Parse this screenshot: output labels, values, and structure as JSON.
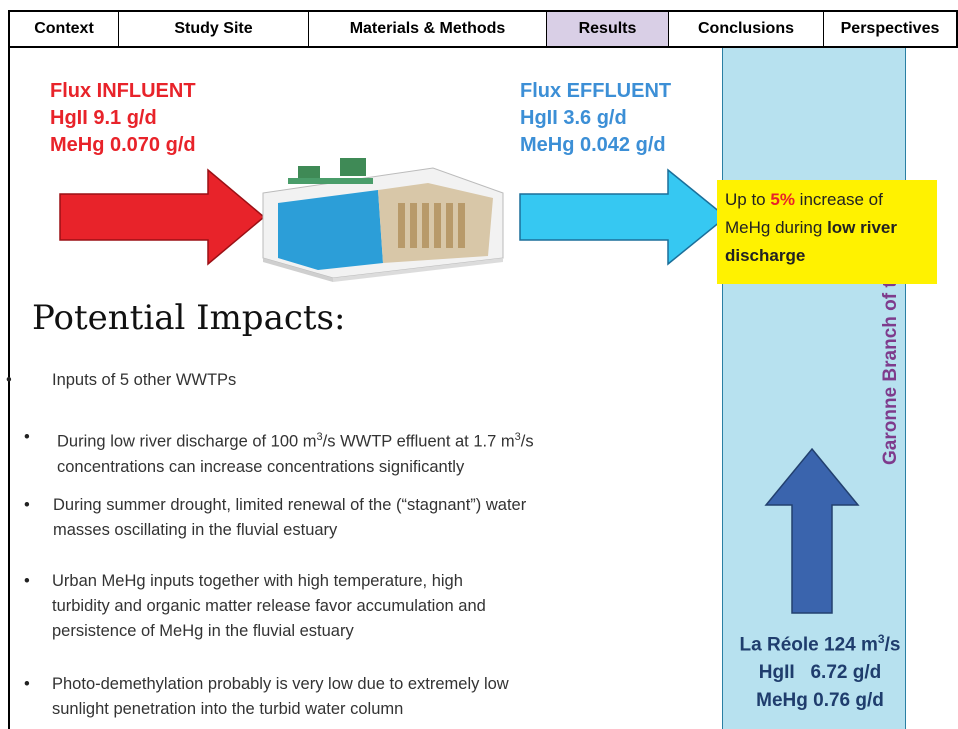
{
  "nav": {
    "tabs": [
      {
        "label": "Context"
      },
      {
        "label": "Study Site"
      },
      {
        "label": "Materials & Methods"
      },
      {
        "label": "Results",
        "active": true
      },
      {
        "label": "Conclusions"
      },
      {
        "label": "Perspectives"
      }
    ]
  },
  "influent": {
    "title": "Flux INFLUENT",
    "hg": "HgII 9.1 g/d",
    "mehg": "MeHg 0.070 g/d"
  },
  "effluent": {
    "title": "Flux EFFLUENT",
    "hg": "HgII 3.6 g/d",
    "mehg": "MeHg 0.042 g/d"
  },
  "callout": {
    "prefix": "Up to ",
    "value": "5%",
    "middle": " increase of MeHg during ",
    "emphasis": "low river discharge"
  },
  "estuary_label": "Garonne Branch of the Estuary",
  "la_reole": {
    "line1": "La Réole 124 m",
    "unit_exp": "3",
    "line1_suffix": "/s",
    "hg": "HgII   6.72 g/d",
    "mehg": "MeHg 0.76 g/d"
  },
  "heading": "Potential Impacts:",
  "bullets": {
    "b1": "Inputs of 5 other WWTPs",
    "b2_a": "During low river discharge of 100 m",
    "b2_b": "/s  WWTP effluent at 1.7 m",
    "b2_c": "/s",
    "b2_line2": "concentrations can increase concentrations significantly",
    "b3_line1": "During summer drought, limited renewal of the (“stagnant”) water",
    "b3_line2": "masses oscillating in the fluvial estuary",
    "b4_line1": "Urban MeHg inputs together with high temperature, high",
    "b4_line2": "turbidity and organic matter release favor accumulation and",
    "b4_line3": "persistence of MeHg in the fluvial estuary",
    "b5_line1": "Photo-demethylation probably is very low due to extremely low",
    "b5_line2": "sunlight penetration into the turbid water column"
  },
  "exp3": "3",
  "bullet_glyph": "•",
  "colors": {
    "influent": "#e8232a",
    "effluent": "#3c8fd6",
    "estuary": "#b7e1ef",
    "callout": "#fff200",
    "flow_arrow": "#3a64ad",
    "active_tab": "#d9cfe6"
  }
}
